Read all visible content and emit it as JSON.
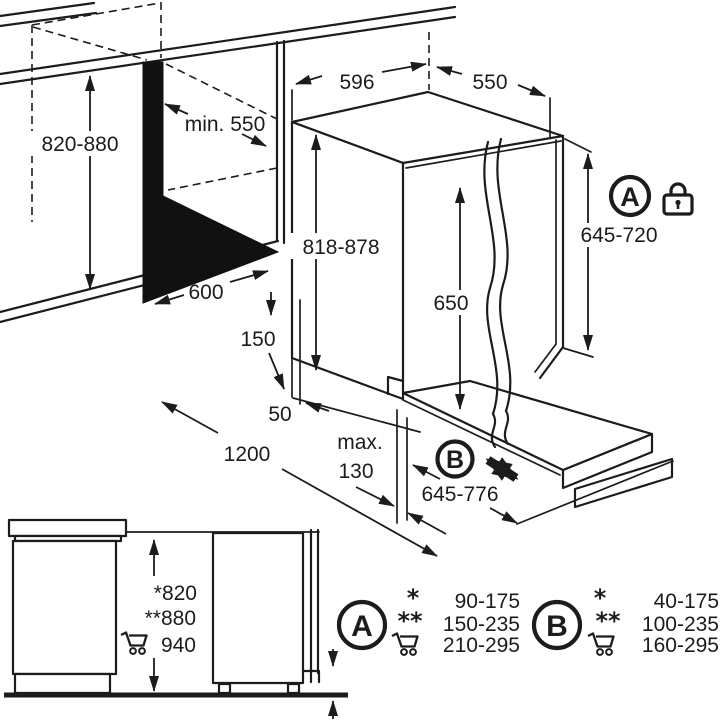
{
  "diagram": {
    "colors": {
      "line": "#1c1c1c",
      "background": "#ffffff",
      "niche_fill": "#111111"
    },
    "niche": {
      "height": "820-880",
      "depth": "min. 550",
      "width": "600",
      "plinth_height": "150",
      "side_gap": "50"
    },
    "appliance": {
      "width": "596",
      "depth": "550",
      "height": "818-878",
      "door_min_height": "650",
      "furniture_door_height": "645-720"
    },
    "clearance": {
      "total_depth": "1200",
      "plinth_recess_label": "max.",
      "plinth_recess_value": "130",
      "open_door_depth": "645-776"
    },
    "markers": {
      "a": "A",
      "b": "B"
    },
    "icons": {
      "lock": "padlock-icon",
      "cart": "shopping-cart-icon",
      "slide": "double-arrow-icon"
    },
    "side_view": {
      "rows": [
        "*820",
        "**880",
        "940"
      ]
    },
    "legend": {
      "a": {
        "label": "A",
        "rows": [
          {
            "marker": "*",
            "range": "90-175"
          },
          {
            "marker": "**",
            "range": "150-235"
          },
          {
            "marker": "cart",
            "range": "210-295"
          }
        ]
      },
      "b": {
        "label": "B",
        "rows": [
          {
            "marker": "*",
            "range": "40-175"
          },
          {
            "marker": "**",
            "range": "100-235"
          },
          {
            "marker": "cart",
            "range": "160-295"
          }
        ]
      }
    }
  }
}
